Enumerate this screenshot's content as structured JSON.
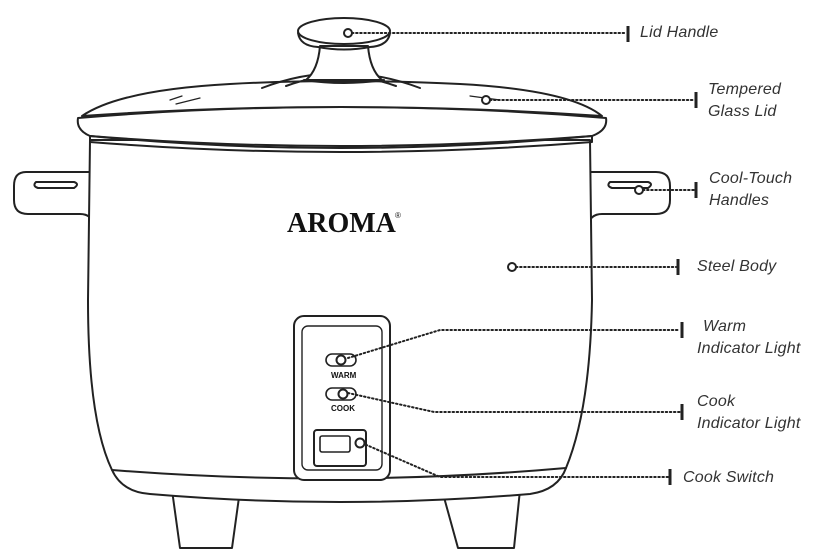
{
  "brand": "AROMA",
  "brand_mark": "®",
  "panel": {
    "warm_label": "WARM",
    "cook_label": "COOK"
  },
  "callouts": {
    "lid_handle": "Lid Handle",
    "glass_lid": {
      "line1": "Tempered",
      "line2": "Glass Lid"
    },
    "handles": {
      "line1": "Cool-Touch",
      "line2": "Handles"
    },
    "steel_body": "Steel Body",
    "warm_light": {
      "line1": "Warm",
      "line2": "Indicator Light"
    },
    "cook_light": {
      "line1": "Cook",
      "line2": "Indicator Light"
    },
    "cook_switch": "Cook Switch"
  },
  "colors": {
    "line": "#222222",
    "text": "#333333"
  }
}
